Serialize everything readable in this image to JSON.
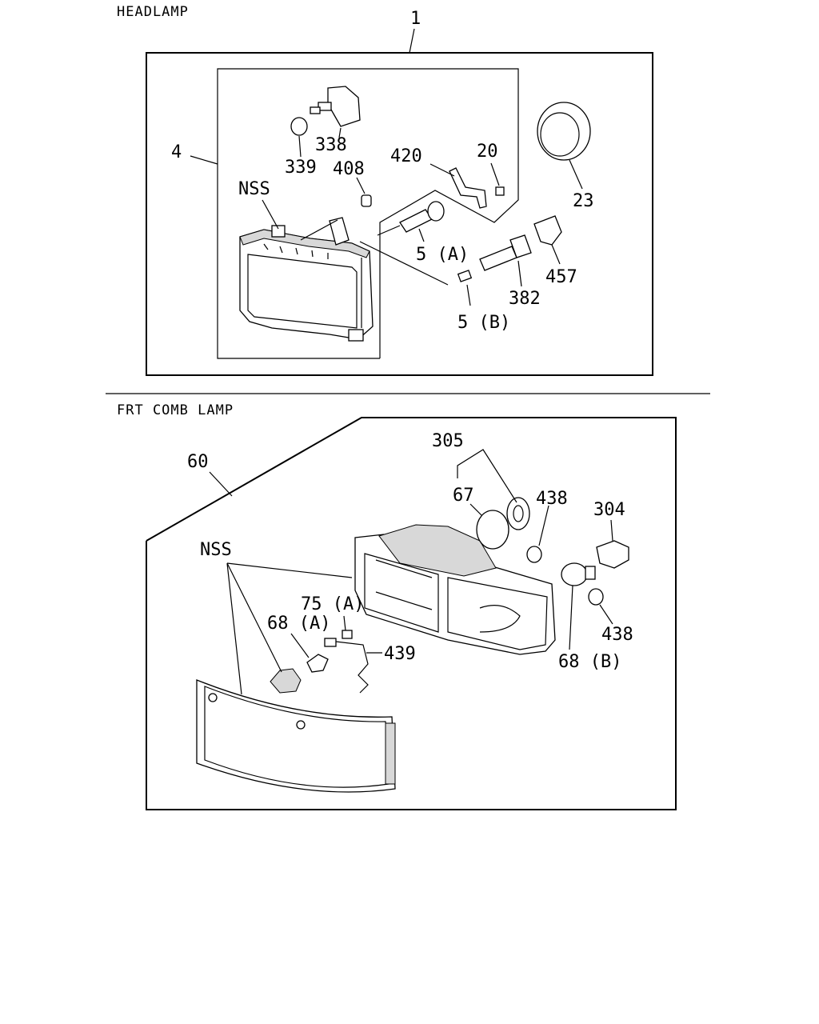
{
  "headlamp": {
    "title": "HEADLAMP",
    "labels": {
      "l1": "1",
      "l4": "4",
      "l338": "338",
      "l339": "339",
      "l408": "408",
      "lnss": "NSS",
      "l420": "420",
      "l20": "20",
      "l23": "23",
      "l5a": "5 (A)",
      "l5b": "5 (B)",
      "l382": "382",
      "l457": "457"
    }
  },
  "comb_lamp": {
    "title": "FRT COMB LAMP",
    "labels": {
      "l60": "60",
      "l305": "305",
      "l67": "67",
      "l438a": "438",
      "l304": "304",
      "lnss": "NSS",
      "l75a": "75 (A)",
      "l68a": "68 (A)",
      "l439": "439",
      "l68b": "68 (B)",
      "l438b": "438"
    }
  }
}
